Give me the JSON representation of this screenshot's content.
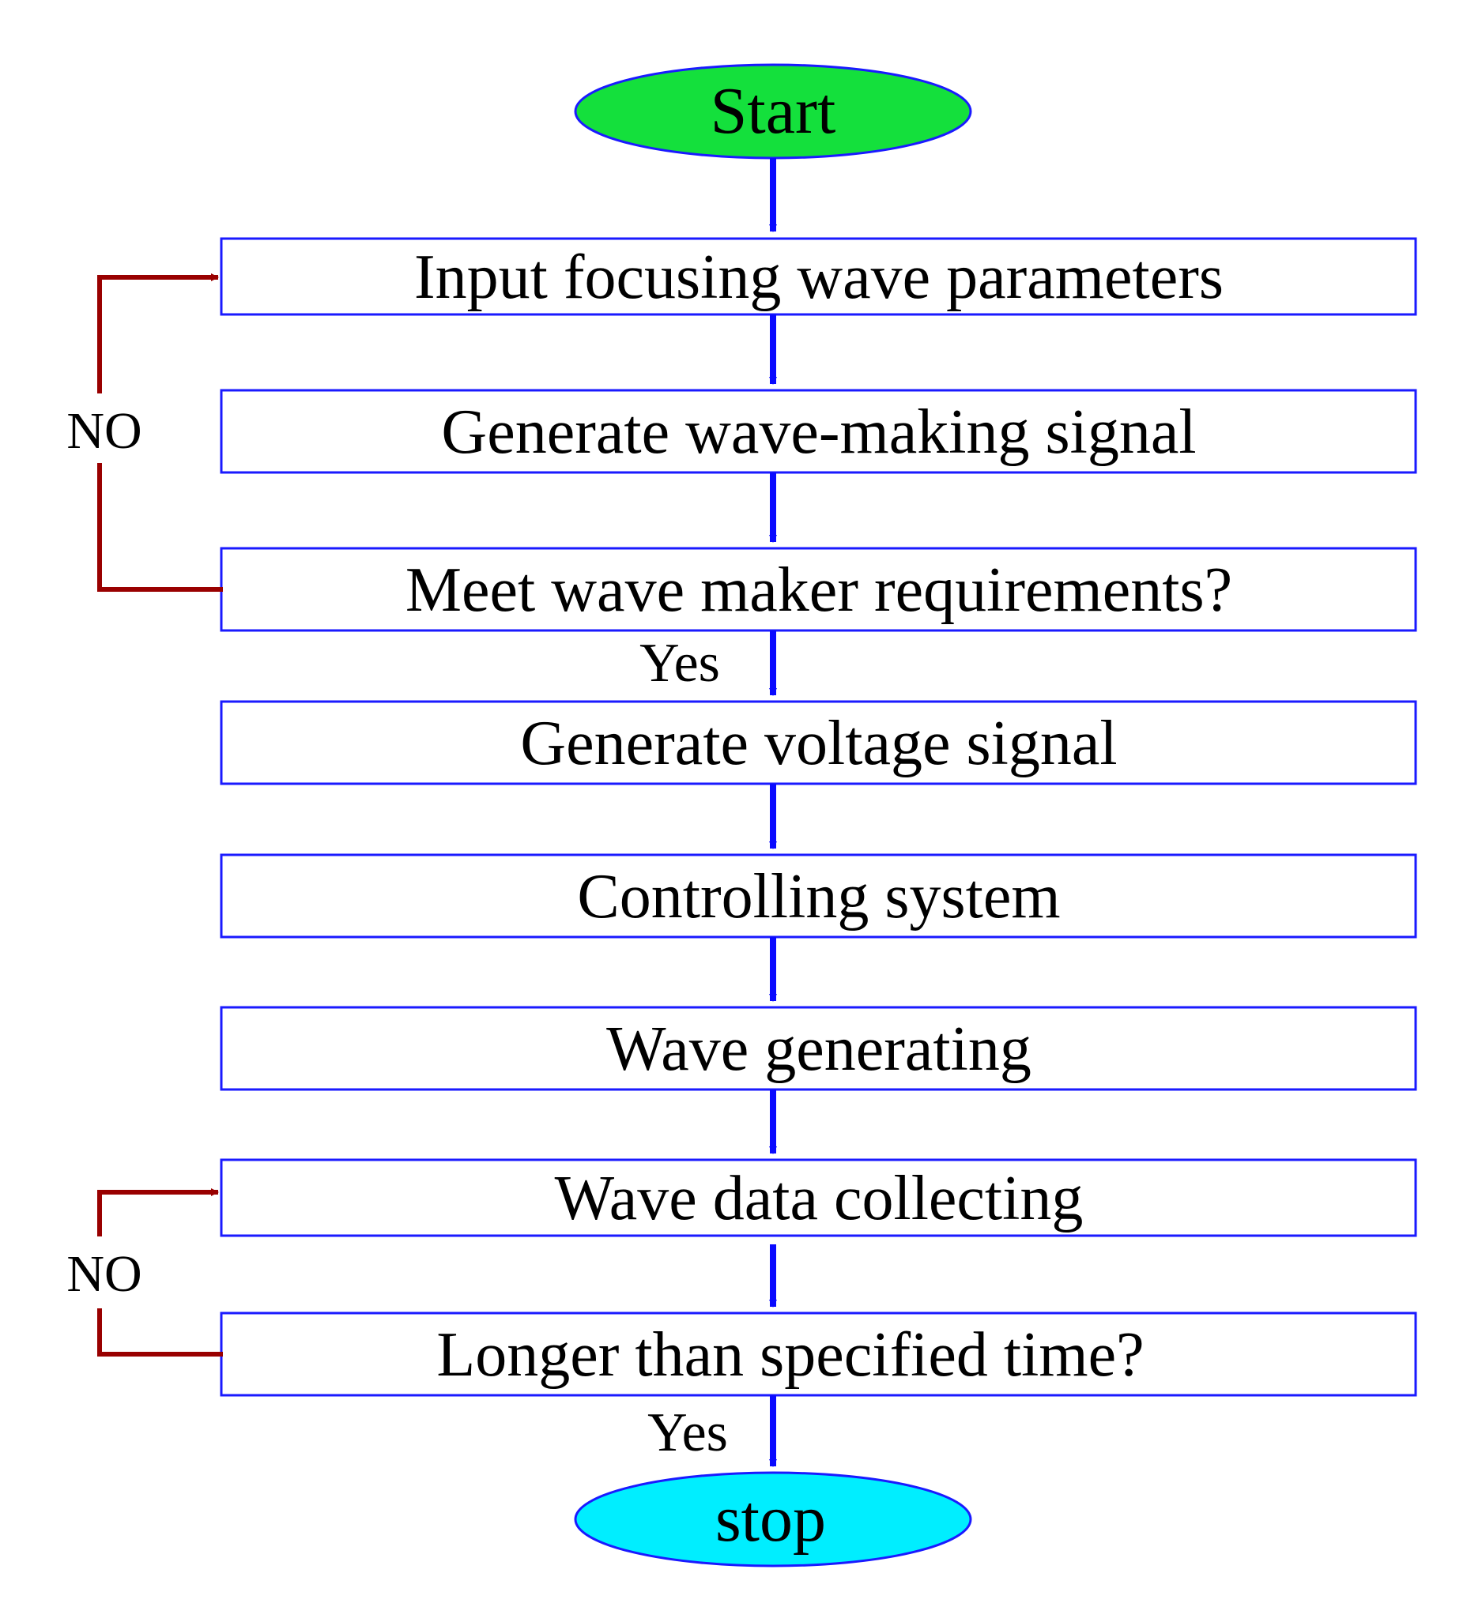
{
  "colors": {
    "flow_arrow": "#0a0aff",
    "box_border": "#1a1aff",
    "loop_arrow": "#990000",
    "start_fill": "#14e03c",
    "stop_fill": "#00eeff",
    "text": "#000000"
  },
  "terminals": {
    "start": "Start",
    "stop": "stop"
  },
  "steps": {
    "input_params": "Input focusing wave parameters",
    "generate_signal": "Generate wave-making signal",
    "meet_requirements": "Meet wave maker requirements?",
    "generate_voltage": "Generate voltage signal",
    "controlling": "Controlling system",
    "wave_generating": "Wave generating",
    "data_collecting": "Wave data collecting",
    "longer_than_time": "Longer than specified time?"
  },
  "labels": {
    "yes_1": "Yes",
    "yes_2": "Yes",
    "no_1": "NO",
    "no_2": "NO"
  }
}
